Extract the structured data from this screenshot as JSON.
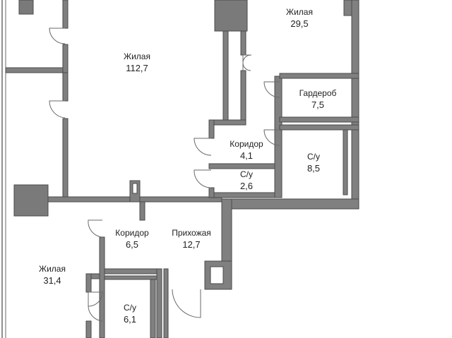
{
  "colors": {
    "wall": "#808080",
    "wall_outline": "#4a4a4a",
    "shaft": "#7a7a7a",
    "door_line": "#6a6a6a",
    "text": "#222222",
    "background": "#ffffff"
  },
  "rooms": [
    {
      "id": "living-top-right",
      "label": "Жилая",
      "area": "29,5"
    },
    {
      "id": "living-large",
      "label": "Жилая",
      "area": "112,7"
    },
    {
      "id": "wardrobe",
      "label": "Гардероб",
      "area": "7,5"
    },
    {
      "id": "corridor-upper",
      "label": "Коридор",
      "area": "4,1"
    },
    {
      "id": "bathroom-large",
      "label": "С/у",
      "area": "8,5"
    },
    {
      "id": "bathroom-small",
      "label": "С/у",
      "area": "2,6"
    },
    {
      "id": "corridor-lower",
      "label": "Коридор",
      "area": "6,5"
    },
    {
      "id": "hallway",
      "label": "Прихожая",
      "area": "12,7"
    },
    {
      "id": "living-bottom-left",
      "label": "Жилая",
      "area": "31,4"
    },
    {
      "id": "bathroom-bottom",
      "label": "С/у",
      "area": "6,1"
    }
  ]
}
